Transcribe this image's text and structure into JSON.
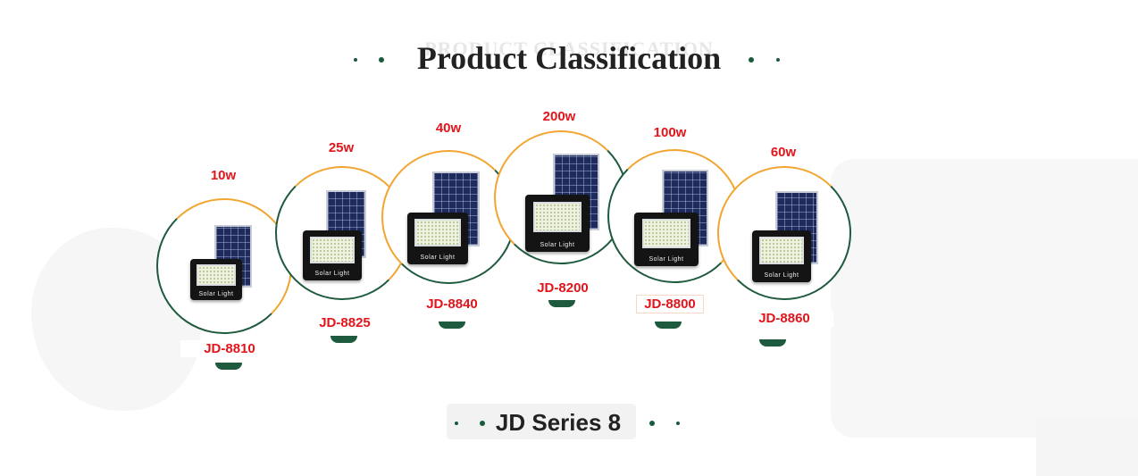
{
  "heading": {
    "ghost": "PRODUCT CLASSIFICATION",
    "title": "Product Classification"
  },
  "products": [
    {
      "watt": "10w",
      "model": "JD-8810"
    },
    {
      "watt": "25w",
      "model": "JD-8825"
    },
    {
      "watt": "40w",
      "model": "JD-8840"
    },
    {
      "watt": "200w",
      "model": "JD-8200"
    },
    {
      "watt": "100w",
      "model": "JD-8800"
    },
    {
      "watt": "60w",
      "model": "JD-8860"
    }
  ],
  "lamp_label": "Solar Light",
  "footer": {
    "title": "JD Series 8"
  },
  "colors": {
    "accent_orange": "#f2a531",
    "accent_green": "#1e5a3d",
    "label_red": "#e4141b"
  }
}
